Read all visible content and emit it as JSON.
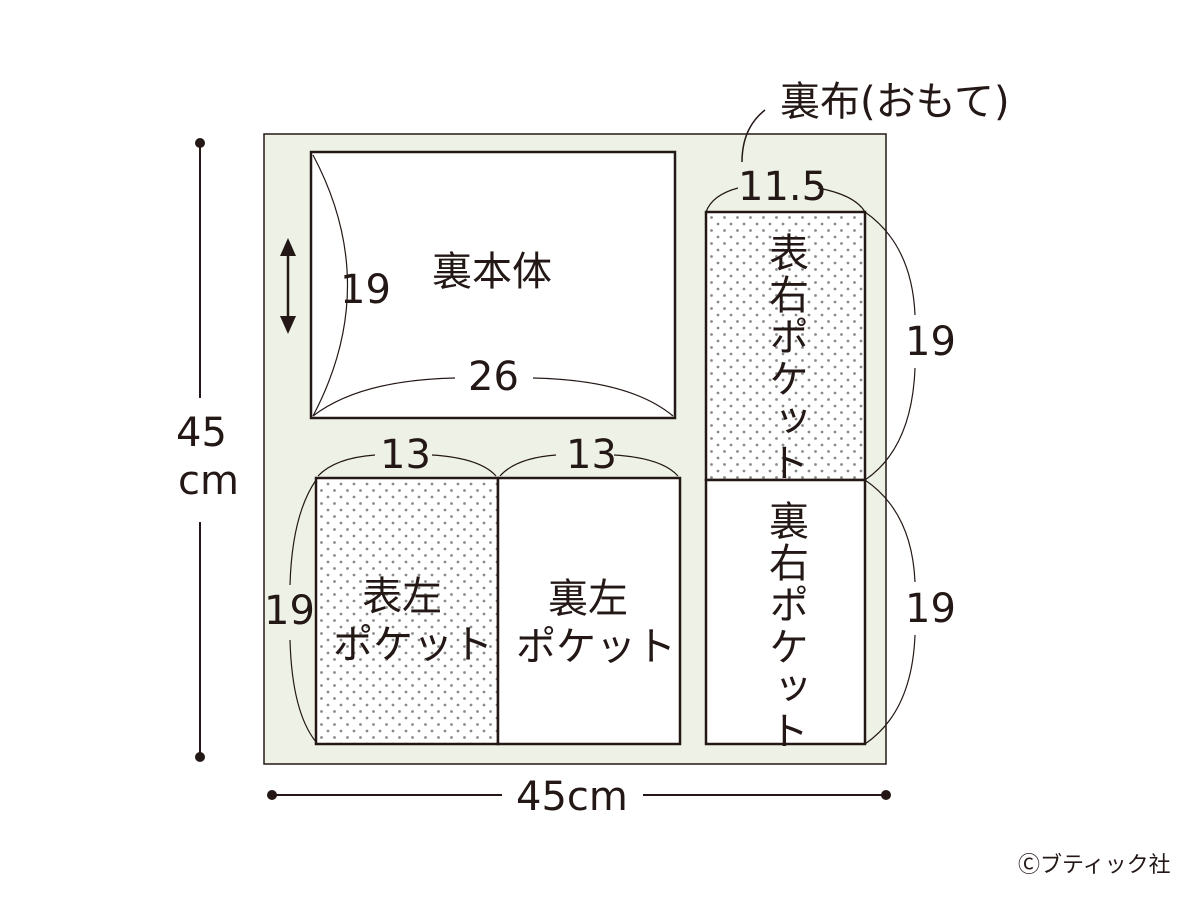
{
  "fabric_label": "裏布(おもて)",
  "outer": {
    "width_label": "45cm",
    "height_value": "45",
    "height_unit": "cm"
  },
  "pieces": {
    "body": {
      "name": "裏本体",
      "width": "26",
      "height": "19"
    },
    "front_right_pocket": {
      "name": "表右ポケット",
      "width": "11.5",
      "height": "19"
    },
    "back_right_pocket": {
      "name": "裏右ポケット",
      "height": "19"
    },
    "front_left_pocket": {
      "name_line1": "表左",
      "name_line2": "ポケット",
      "width": "13",
      "height": "19"
    },
    "back_left_pocket": {
      "name_line1": "裏左",
      "name_line2": "ポケット",
      "width": "13"
    }
  },
  "copyright": "Ⓒブティック社",
  "colors": {
    "fabric": "#eef2e6",
    "line": "#231815",
    "piece": "#ffffff"
  }
}
